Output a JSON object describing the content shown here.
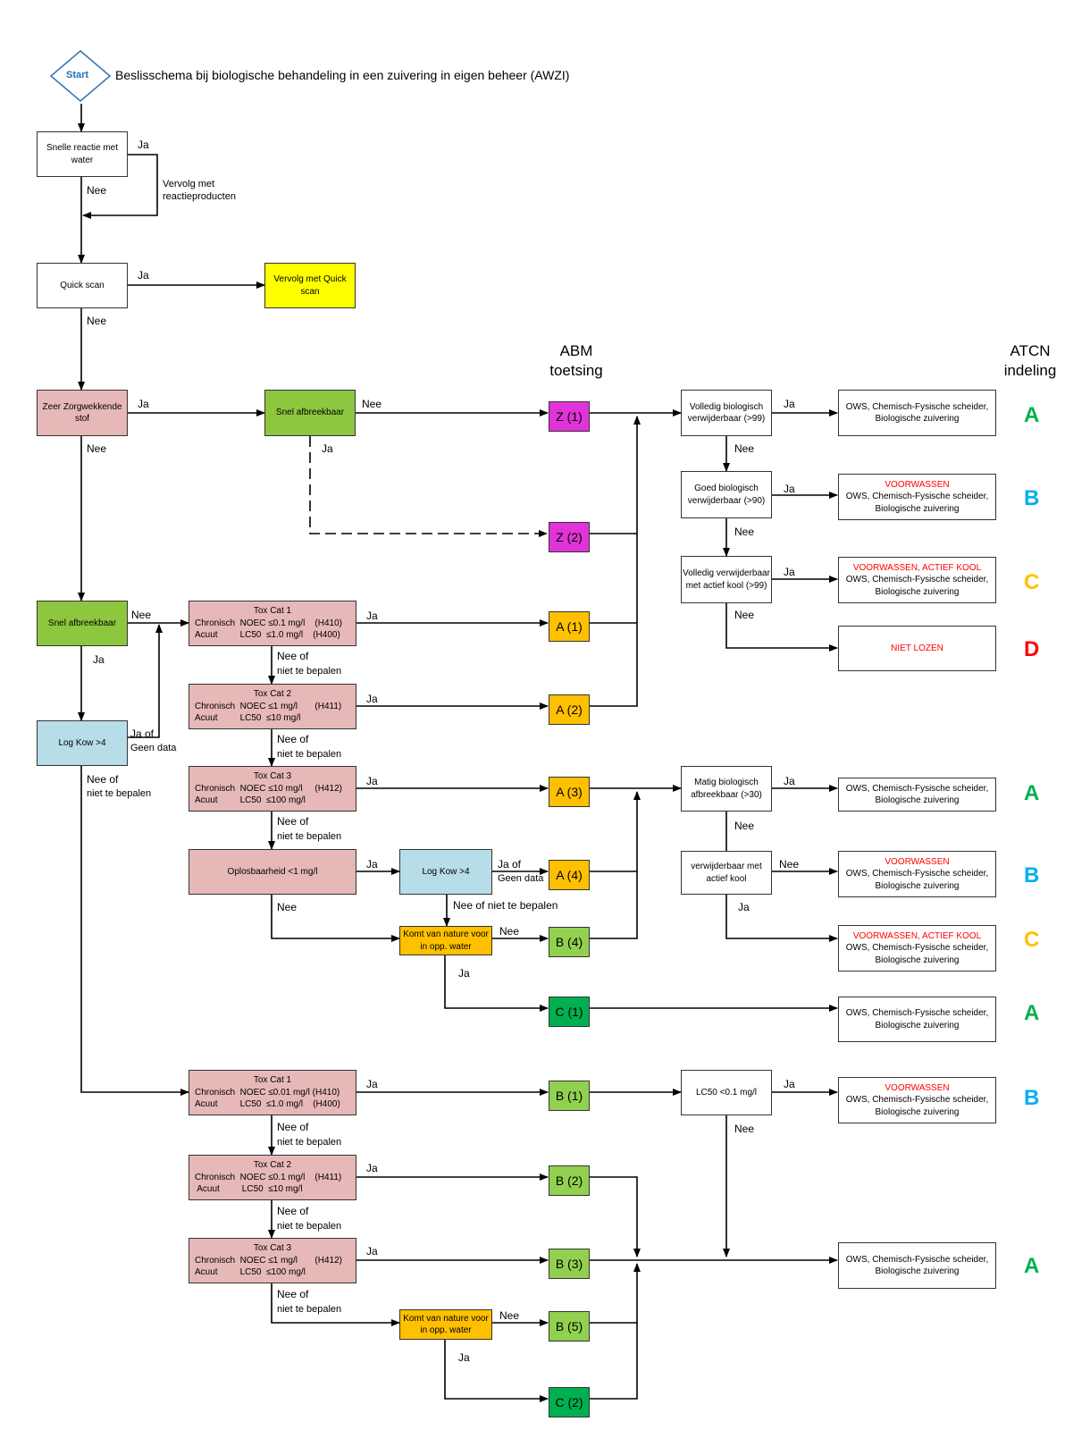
{
  "title": "Beslisschema bij biologische behandeling in een zuivering in eigen beheer (AWZI)",
  "start": "Start",
  "headers": {
    "abm": "ABM\ntoetsing",
    "atcn": "ATCN\nindeling"
  },
  "colors": {
    "pink": "#e6b8b7",
    "green": "#8dc63f",
    "lightblue": "#b7dde8",
    "yellow": "#ffff00",
    "orange": "#ffc000",
    "magenta": "#e034d8",
    "lime": "#92d050",
    "darkgreen": "#00b050",
    "gradeA": "#00b050",
    "gradeB": "#00b0f0",
    "gradeC": "#ffc000",
    "gradeD": "#ff0000"
  },
  "nodes": {
    "snelle_reactie": "Snelle reactie met water",
    "vervolg_reactie": "Vervolg met reactieproducten",
    "quick_scan": "Quick scan",
    "vervolg_quick": "Vervolg met Quick scan",
    "zzs": "Zeer Zorgwekkende stof",
    "snel_afbreekbaar_1": "Snel afbreekbaar",
    "snel_afbreekbaar_2": "Snel afbreekbaar",
    "log_kow_1": "Log Kow >4",
    "log_kow_2": "Log Kow >4",
    "oplosbaarheid": "Oplosbaarheid <1 mg/l",
    "komt_van_nature_1": "Komt van nature voor in opp. water",
    "komt_van_nature_2": "Komt van nature voor in opp. water",
    "volledig_bio": "Volledig biologisch verwijderbaar (>99)",
    "goed_bio": "Goed biologisch verwijderbaar (>90)",
    "volledig_ak": "Volledig verwijderbaar met actief kool (>99)",
    "matig_bio": "Matig biologisch afbreekbaar (>30)",
    "verwijderbaar_ak": "verwijderbaar met actief kool",
    "lc50_box": "LC50 <0.1 mg/l"
  },
  "tox": {
    "t1a": {
      "title": "Tox Cat 1",
      "r1": "Chronisch  NOEC ≤0.1 mg/l    (H410)",
      "r2": "Acuut         LC50  ≤1.0 mg/l    (H400)"
    },
    "t2a": {
      "title": "Tox Cat 2",
      "r1": "Chronisch  NOEC ≤1 mg/l       (H411)",
      "r2": "Acuut         LC50  ≤10 mg/l"
    },
    "t3a": {
      "title": "Tox Cat 3",
      "r1": "Chronisch  NOEC ≤10 mg/l     (H412)",
      "r2": "Acuut         LC50  ≤100 mg/l"
    },
    "t1b": {
      "title": "Tox Cat 1",
      "r1": "Chronisch  NOEC ≤0.01 mg/l (H410)",
      "r2": "Acuut         LC50  ≤1.0 mg/l    (H400)"
    },
    "t2b": {
      "title": "Tox Cat 2",
      "r1": "Chronisch  NOEC ≤0.1 mg/l    (H411)",
      "r2": " Acuut         LC50  ≤10 mg/l"
    },
    "t3b": {
      "title": "Tox Cat 3",
      "r1": "Chronisch  NOEC ≤1 mg/l       (H412)",
      "r2": "Acuut         LC50  ≤100 mg/l"
    }
  },
  "abm": {
    "z1": "Z (1)",
    "z2": "Z (2)",
    "a1": "A (1)",
    "a2": "A (2)",
    "a3": "A (3)",
    "a4": "A (4)",
    "b4": "B (4)",
    "c1": "C (1)",
    "b1": "B (1)",
    "b2": "B (2)",
    "b3": "B (3)",
    "b5": "B (5)",
    "c2": "C (2)"
  },
  "outcomes": {
    "ows": "OWS, Chemisch-Fysische scheider, Biologische zuivering",
    "voorwassen": "VOORWASSEN",
    "voorwassen_ak": "VOORWASSEN, ACTIEF KOOL",
    "niet_lozen": "NIET LOZEN"
  },
  "grades": {
    "g1": "A",
    "g2": "B",
    "g3": "C",
    "g4": "D",
    "g5": "A",
    "g6": "B",
    "g7": "C",
    "g8": "A",
    "g9": "B",
    "g10": "A"
  },
  "labels": {
    "ja": "Ja",
    "nee": "Nee",
    "nee_of": "Nee of",
    "niet_te_bepalen": "niet te bepalen",
    "ja_of": "Ja of",
    "geen_data": "Geen data",
    "nee_of_niet": "Nee of niet te bepalen"
  }
}
